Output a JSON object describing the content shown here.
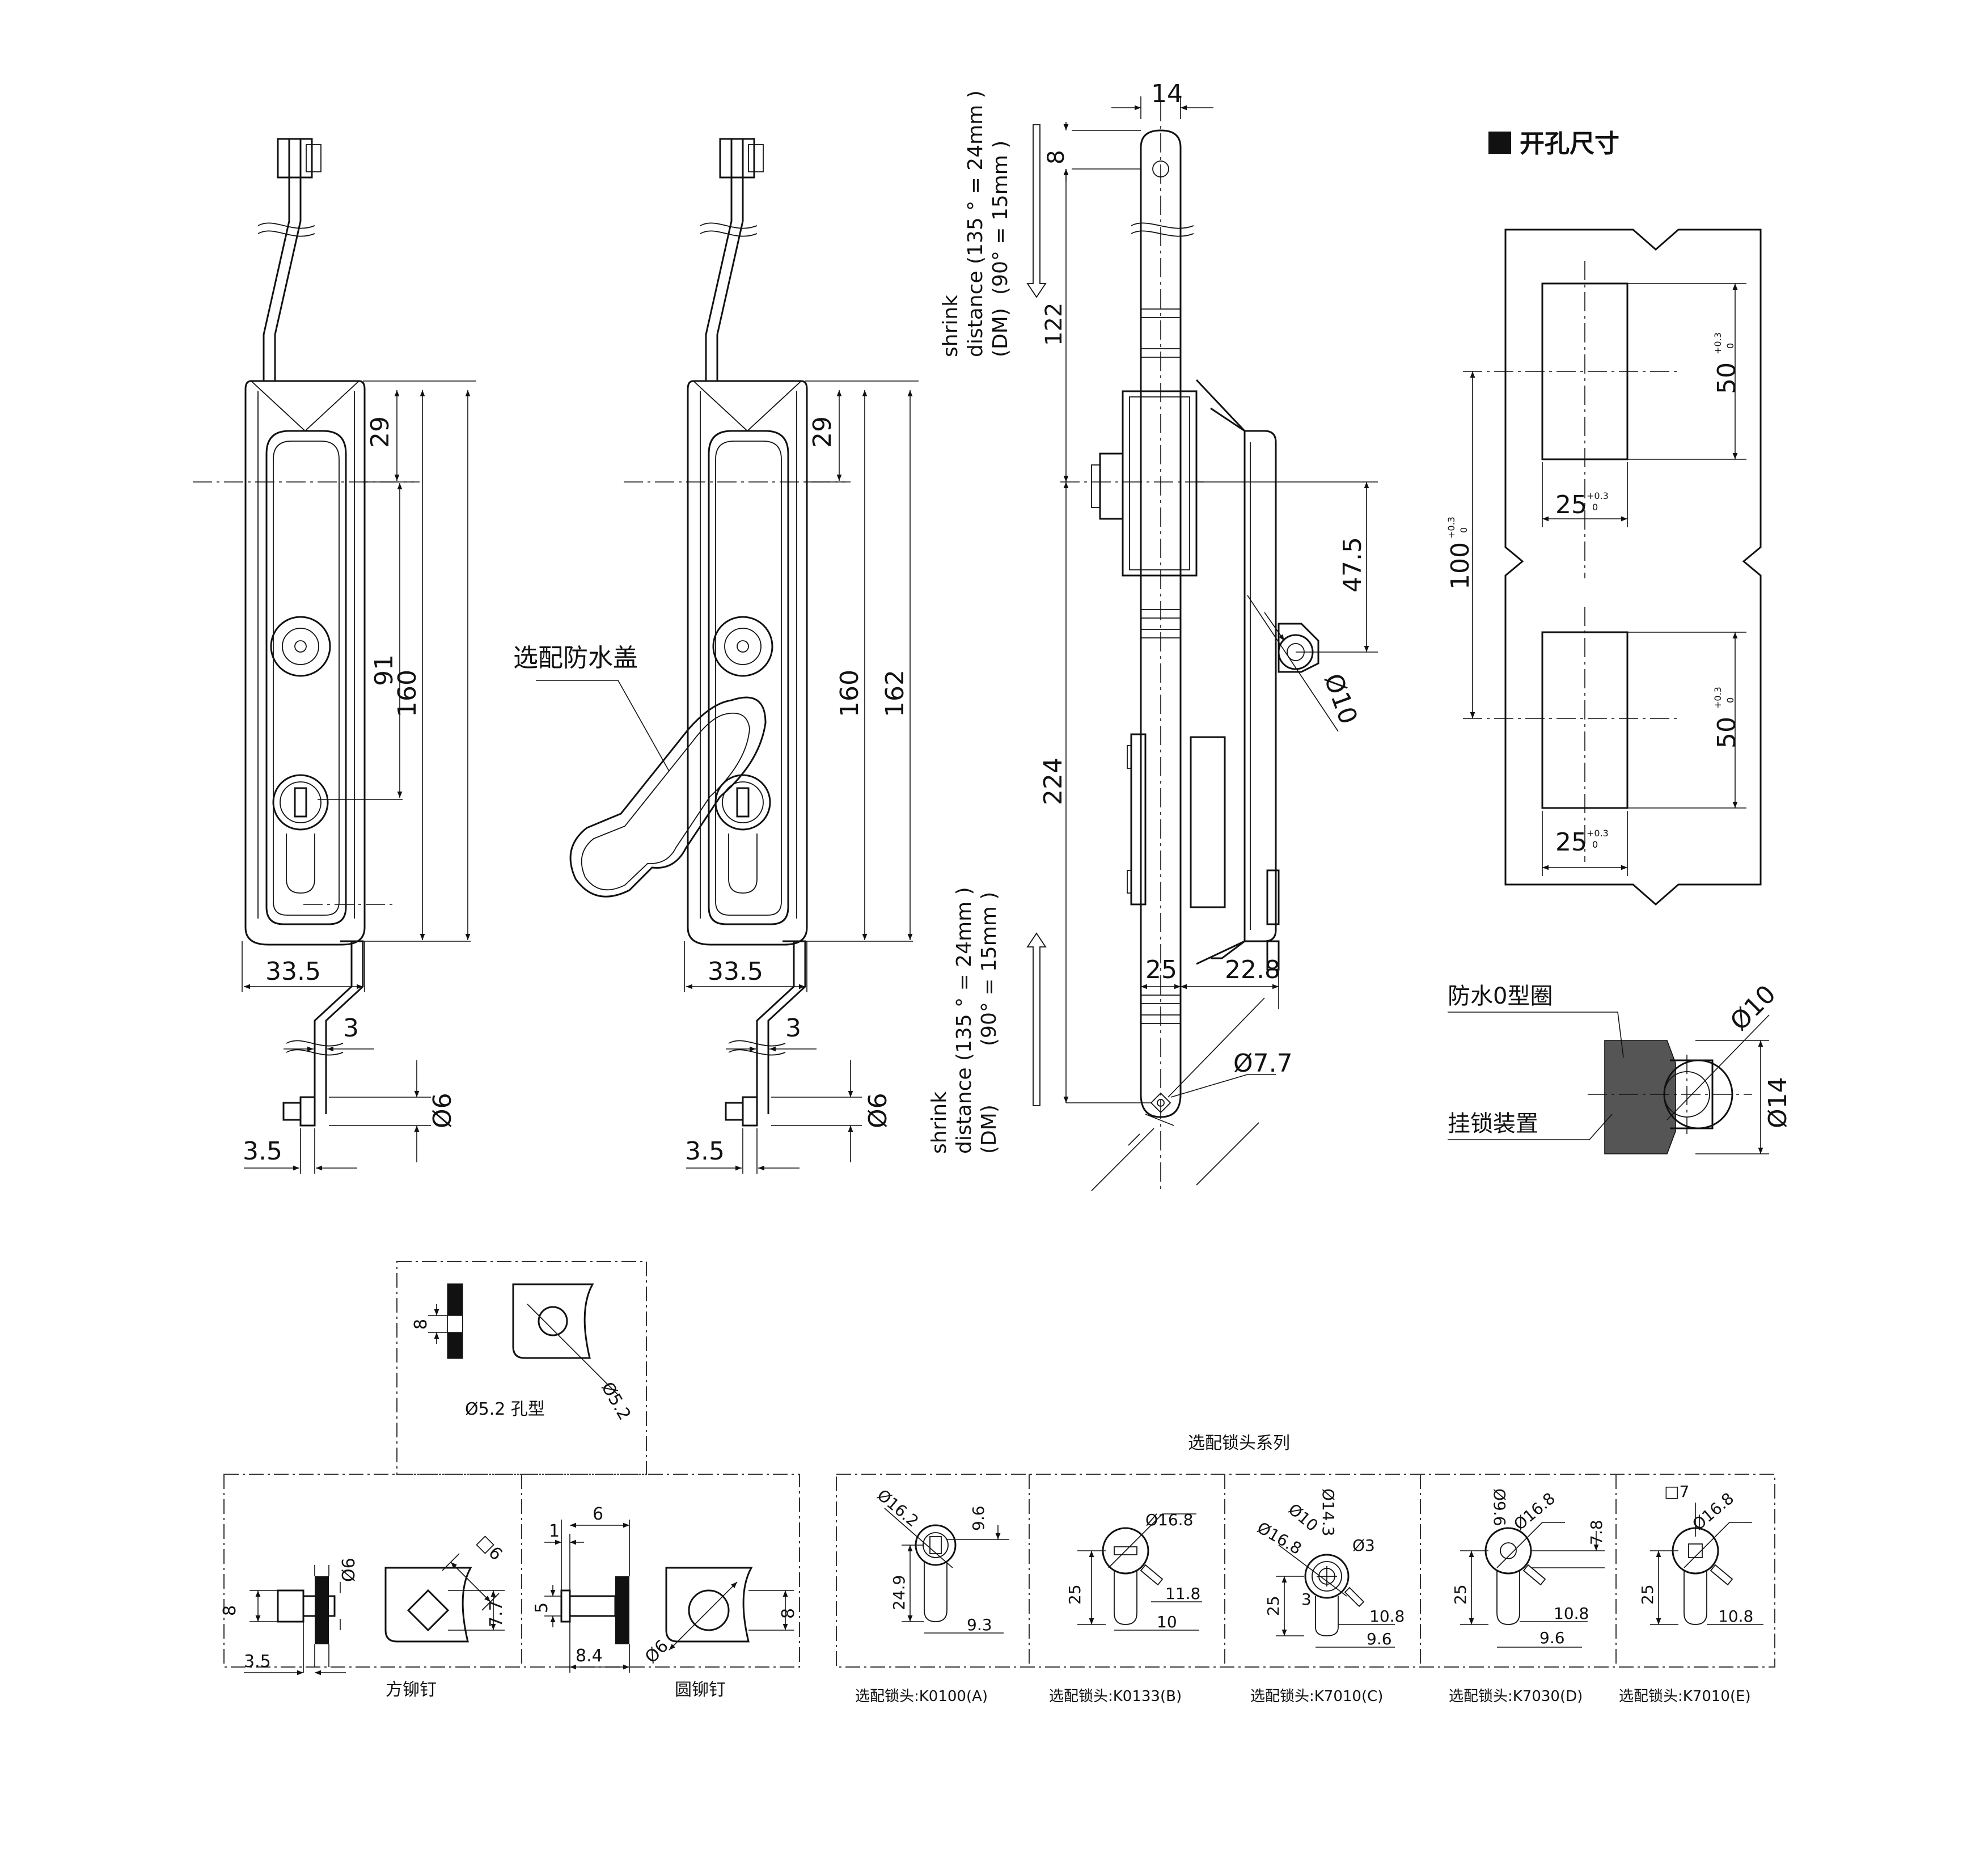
{
  "cutout": {
    "title": "开孔尺寸",
    "dim_top_height": "50",
    "dim_bottom_height": "50",
    "dim_total": "100",
    "dim_width_top": "25",
    "dim_width_bottom": "25",
    "tol_plus": "+0.3",
    "tol_zero": "0"
  },
  "front_view_1": {
    "dim_29": "29",
    "dim_91": "91",
    "dim_160": "160",
    "dim_width": "33.5",
    "dim_rod": "3",
    "dim_hole": "Ø6",
    "dim_offset": "3.5"
  },
  "front_view_2": {
    "callout": "选配防水盖",
    "dim_29": "29",
    "dim_160": "160",
    "dim_162": "162",
    "dim_width": "33.5",
    "dim_rod": "3",
    "dim_hole": "Ø6",
    "dim_offset": "3.5"
  },
  "side_view": {
    "dim_14": "14",
    "dim_8": "8",
    "dim_122": "122",
    "dim_224": "224",
    "dim_47_5": "47.5",
    "dim_d10": "Ø10",
    "dim_25": "25",
    "dim_22_8": "22.8",
    "dim_d7_7": "Ø7.7",
    "shrink_top": [
      "shrink",
      "distance (135 ° = 24mm )",
      "(DM)",
      "(90° = 15mm )"
    ],
    "shrink_bottom": [
      "shrink",
      "distance (135 ° = 24mm )",
      "(DM)",
      "(90° = 15mm )"
    ]
  },
  "padlock_detail": {
    "label_oring": "防水0型圈",
    "label_padlock": "挂锁装置",
    "dim_d10": "Ø10",
    "dim_d14": "Ø14"
  },
  "hole_type": {
    "dim_8": "8",
    "dim_d5_2": "Ø5.2",
    "caption": "Ø5.2 孔型"
  },
  "square_rivet": {
    "dim_d6": "Ø6",
    "dim_sq6": "□6",
    "dim_8": "8",
    "dim_7_7": "7.7",
    "dim_3_5": "3.5",
    "caption": "方铆钉"
  },
  "round_rivet": {
    "dim_6": "6",
    "dim_1": "1",
    "dim_5": "5",
    "dim_8_4": "8.4",
    "dim_d6": "Ø6",
    "dim_8": "8",
    "caption": "圆铆钉"
  },
  "lock_series": {
    "title": "选配锁头系列",
    "A": {
      "d1": "Ø16.2",
      "d2": "9.6",
      "d3": "24.9",
      "d4": "9.3",
      "caption": "选配锁头:K0100(A)"
    },
    "B": {
      "d1": "Ø16.8",
      "d2": "25",
      "d3": "11.8",
      "d4": "10",
      "caption": "选配锁头:K0133(B)"
    },
    "C": {
      "d1": "Ø10",
      "d2": "Ø14.3",
      "d3": "Ø16.8",
      "d4": "Ø3",
      "d5": "25",
      "d6": "3",
      "d7": "10.8",
      "d8": "9.6",
      "caption": "选配锁头:K7010(C)"
    },
    "D": {
      "d1": "Ø9.6",
      "d2": "Ø16.8",
      "d3": "7.8",
      "d4": "25",
      "d5": "10.8",
      "d6": "9.6",
      "caption": "选配锁头:K7030(D)"
    },
    "E": {
      "d1": "□7",
      "d2": "Ø16.8",
      "d3": "25",
      "d4": "10.8",
      "caption": "选配锁头:K7010(E)"
    }
  }
}
